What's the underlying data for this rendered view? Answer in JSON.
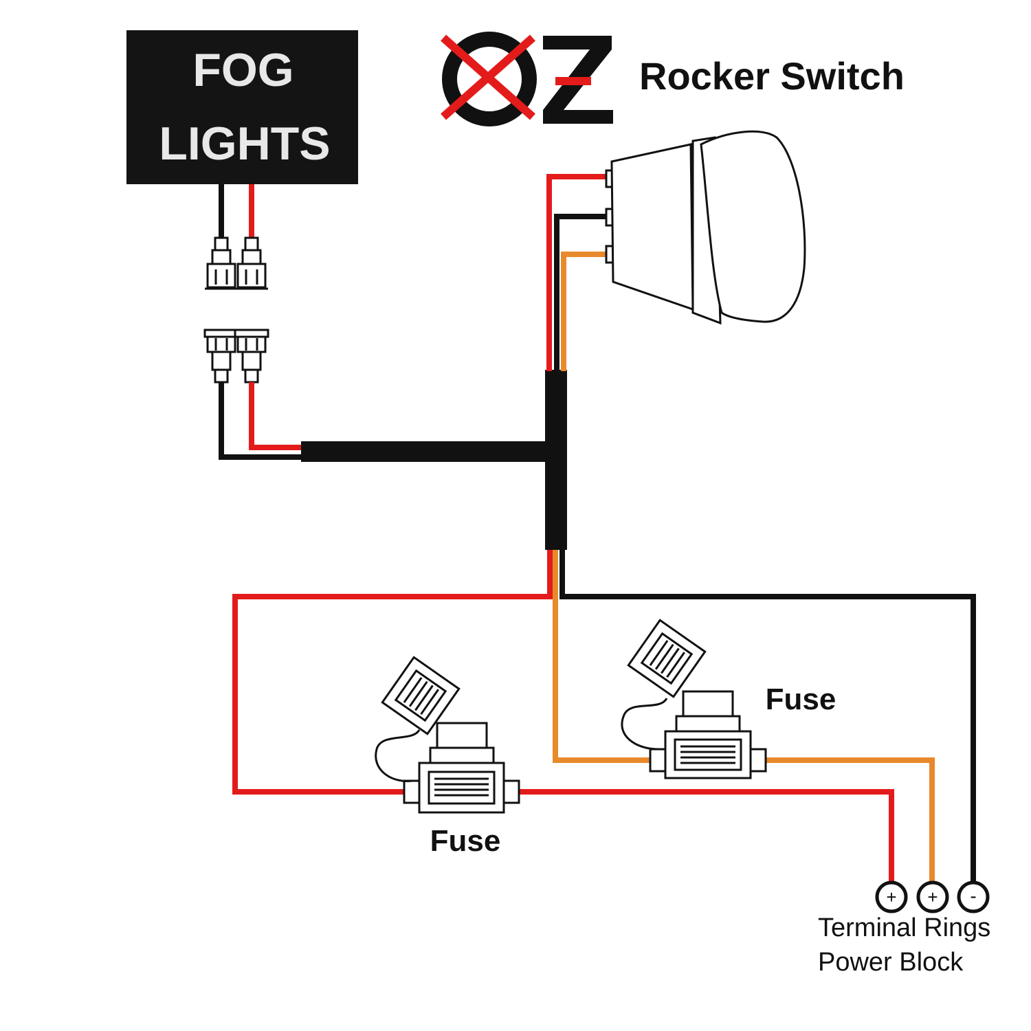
{
  "logo": {
    "letters": "OZ"
  },
  "title": "Rocker Switch",
  "switch_label": {
    "line1": "FOG",
    "line2": "LIGHTS"
  },
  "fuse_labels": [
    "Fuse",
    "Fuse"
  ],
  "terminal_symbols": [
    "+",
    "+",
    "-"
  ],
  "footer": {
    "line1": "Terminal Rings",
    "line2": "Power Block"
  },
  "colors": {
    "red_wire": "#e41b1b",
    "black_wire": "#111111",
    "orange_wire": "#e8892b",
    "label_bg": "#141414",
    "logo_cross": "#e41b1b"
  }
}
